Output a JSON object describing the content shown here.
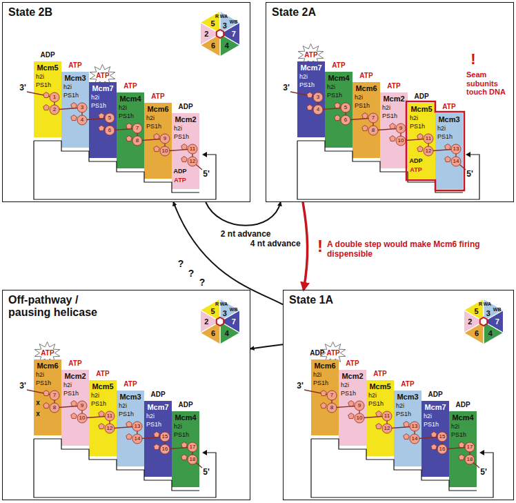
{
  "diagram": {
    "nodes": [
      {
        "text": [
          "State 2B"
        ]
      },
      {
        "text": [
          "ADP",
          "Mcm5",
          "h2i",
          "PS1h"
        ],
        "in": 0
      },
      {
        "text": [
          "ATP",
          "Mcm3",
          "h2i",
          "PS1h"
        ],
        "in": 0
      },
      {
        "text": [
          "ATP",
          "Mcm7",
          "h2i",
          "PS1h"
        ],
        "in": 0
      },
      {
        "text": [
          "ATP",
          "Mcm4",
          "h2i",
          "PS1h"
        ],
        "in": 0
      },
      {
        "text": [
          "ATP",
          "Mcm6",
          "h2i",
          "PS1h"
        ],
        "in": 0
      },
      {
        "text": [
          "ADP",
          "Mcm2",
          "h2i",
          "PS1h"
        ],
        "in": 0
      },
      {
        "text": [
          "State 2A"
        ]
      },
      {
        "text": [
          "ATP",
          "Mcm7",
          "h2i",
          "PS1h"
        ],
        "in": 7
      },
      {
        "text": [
          "ATP",
          "Mcm4",
          "h2i",
          "PS1h"
        ],
        "in": 7
      },
      {
        "text": [
          "ATP",
          "Mcm6",
          "h2i",
          "PS1h"
        ],
        "in": 7
      },
      {
        "text": [
          "ATP",
          "Mcm2",
          "h2i",
          "PS1h"
        ],
        "in": 7
      },
      {
        "text": [
          "ADP",
          "Mcm5",
          "h2i",
          "PS1h"
        ],
        "in": 7
      },
      {
        "text": [
          "ATP",
          "Mcm3",
          "h2i",
          "PS1h"
        ],
        "in": 7
      },
      {
        "text": [
          "Off-pathway / pausing helicase"
        ]
      },
      {
        "text": [
          "ATP",
          "Mcm6",
          "h2i",
          "PS1h"
        ],
        "in": 14
      },
      {
        "text": [
          "ATP",
          "Mcm2",
          "h2i",
          "PS1h"
        ],
        "in": 14
      },
      {
        "text": [
          "ATP",
          "Mcm5",
          "h2i",
          "PS1h"
        ],
        "in": 14
      },
      {
        "text": [
          "ATP",
          "Mcm3",
          "h2i",
          "PS1h"
        ],
        "in": 14
      },
      {
        "text": [
          "ADP",
          "Mcm7",
          "h2i",
          "PS1h"
        ],
        "in": 14
      },
      {
        "text": [
          "ADP",
          "Mcm4",
          "h2i",
          "PS1h"
        ],
        "in": 14
      },
      {
        "text": [
          "State 1A"
        ]
      },
      {
        "text": [
          "ADP",
          "ATP",
          "Mcm6",
          "h2i",
          "PS1h"
        ],
        "in": 21
      },
      {
        "text": [
          "ATP",
          "Mcm2",
          "h2i",
          "PS1h"
        ],
        "in": 21
      },
      {
        "text": [
          "ATP",
          "Mcm5",
          "h2i",
          "PS1h"
        ],
        "in": 21
      },
      {
        "text": [
          "ATP",
          "Mcm3",
          "h2i",
          "PS1h"
        ],
        "in": 21
      },
      {
        "text": [
          "ADP",
          "Mcm7",
          "h2i",
          "PS1h"
        ],
        "in": 21
      },
      {
        "text": [
          "ADP",
          "Mcm4",
          "h2i",
          "PS1h"
        ],
        "in": 21
      }
    ],
    "edges": [
      {
        "from": 0,
        "to": 7,
        "arrow": "to",
        "label": "2 nt advance"
      },
      {
        "from": 7,
        "to": 21,
        "arrow": "to",
        "label": "4 nt advance"
      },
      {
        "from": 21,
        "to": 0,
        "arrow": "to"
      },
      {
        "from": 21,
        "to": 14,
        "arrow": "to"
      }
    ],
    "labels": [
      "3'",
      "1",
      "2",
      "3",
      "4",
      "5",
      "6",
      "7",
      "8",
      "9",
      "10",
      "11",
      "12",
      "5'",
      "ADP",
      "ATP",
      "5",
      "3",
      "7",
      "4",
      "6",
      "2",
      "R",
      "WA",
      "WB",
      "3'",
      "3",
      "4",
      "5",
      "6",
      "7",
      "8",
      "9",
      "10",
      "11",
      "12",
      "13",
      "14",
      "5'",
      "ADP",
      "ATP",
      "!",
      "Seam subunits touch DNA",
      "3'",
      "7",
      "8",
      "9",
      "10",
      "11",
      "12",
      "13",
      "14",
      "15",
      "16",
      "17",
      "18",
      "5'",
      "x",
      "x",
      "5",
      "3",
      "7",
      "4",
      "6",
      "2",
      "R",
      "WA",
      "WB",
      "3'",
      "7",
      "8",
      "9",
      "10",
      "11",
      "12",
      "13",
      "14",
      "15",
      "16",
      "17",
      "18",
      "5'",
      "5",
      "3",
      "7",
      "4",
      "6",
      "2",
      "R",
      "WA",
      "WB",
      "!",
      "A double step would make Mcm6 firing dispensible",
      "?",
      "?",
      "?"
    ]
  }
}
